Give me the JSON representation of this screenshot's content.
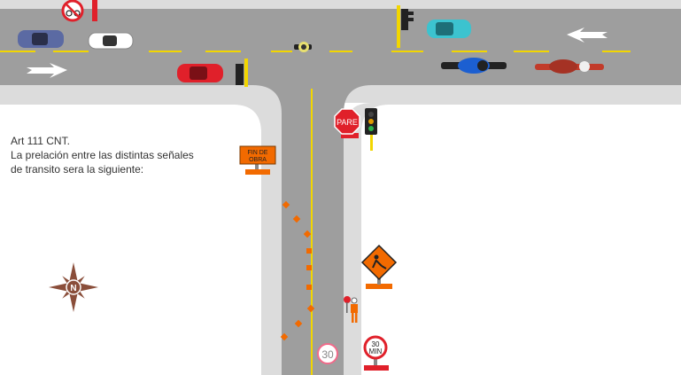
{
  "caption": {
    "line1": "Art 111 CNT.",
    "line2": "La prelación entre las distintas señales",
    "line3": " de transito sera la siguiente:"
  },
  "signs": {
    "pare": "PARE",
    "fin_de_obra_line1": "FIN DE",
    "fin_de_obra_line2": "OBRA",
    "speed_limit": "30",
    "time_limit_value": "30",
    "time_limit_unit": "MIN",
    "compass_letter": "N"
  },
  "colors": {
    "road": "#9e9e9e",
    "sidewalk": "#dcdcdc",
    "lane_line": "#f2d600",
    "work_orange": "#f26a00",
    "stop_red": "#e0202a"
  },
  "icons": [
    "no-bicycle-sign-icon",
    "traffic-light-icon",
    "arrow-left-icon",
    "arrow-right-icon",
    "car-icon",
    "motorcycle-icon",
    "cyclist-icon",
    "compass-rose-icon",
    "road-work-sign-icon",
    "flagger-worker-icon",
    "traffic-cone-icon"
  ]
}
